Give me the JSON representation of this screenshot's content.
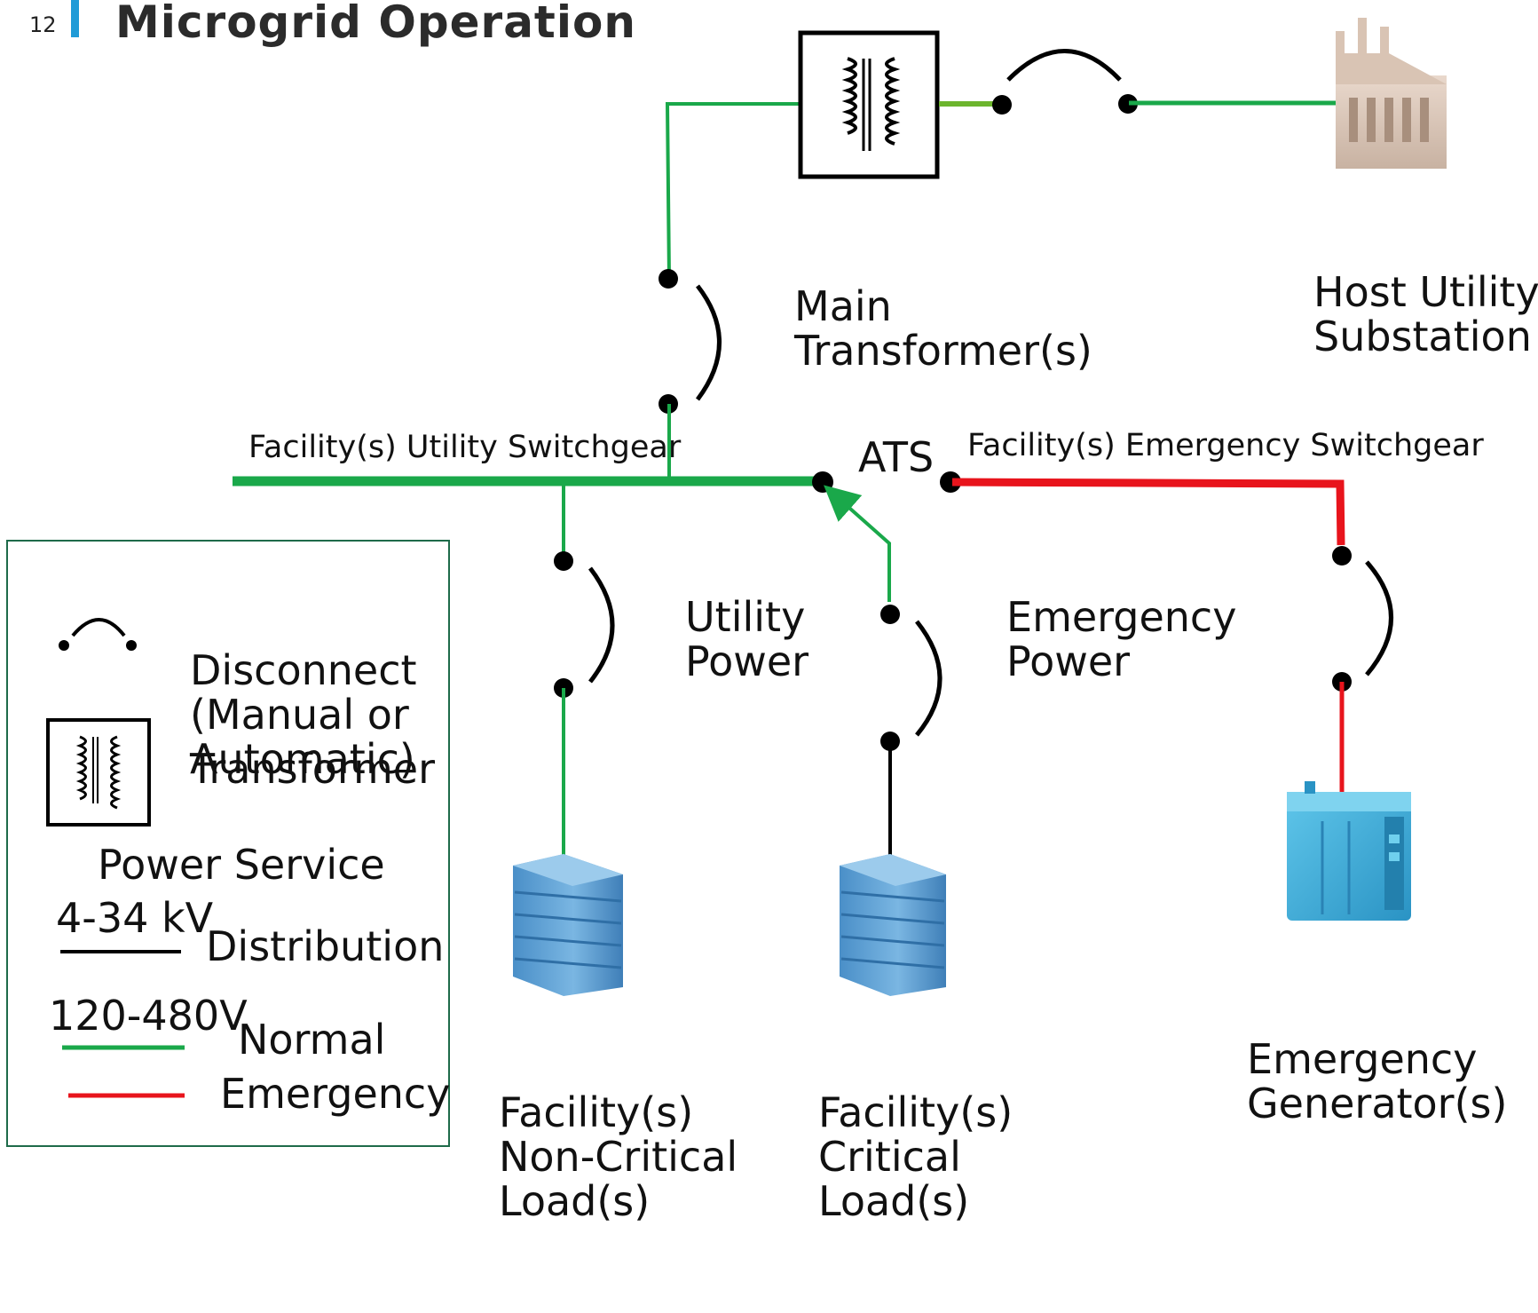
{
  "slide": {
    "page_number": "12",
    "title": "Microgrid Operation",
    "accent_color": "#1f9bd7"
  },
  "colors": {
    "normal": "#1aa84a",
    "emergency": "#e8141c",
    "distribution": "#000000",
    "building": "#5b9fd4",
    "generator": "#41b3dc"
  },
  "labels": {
    "main_transformer": [
      "Main",
      "Transformer(s)"
    ],
    "host_utility": [
      "Host Utility",
      "Substation"
    ],
    "utility_switchgear": "Facility(s) Utility Switchgear",
    "ats": "ATS",
    "emergency_switchgear": "Facility(s) Emergency Switchgear",
    "utility_power": [
      "Utility",
      "Power"
    ],
    "emergency_power": [
      "Emergency",
      "Power"
    ],
    "non_critical_load": [
      "Facility(s)",
      "Non-Critical",
      "Load(s)"
    ],
    "critical_load": [
      "Facility(s)",
      "Critical",
      "Load(s)"
    ],
    "emergency_generator": [
      "Emergency",
      "Generator(s)"
    ]
  },
  "legend": {
    "disconnect": [
      "Disconnect",
      "(Manual or",
      "Automatic)"
    ],
    "transformer": "Transformer",
    "power_service": "Power Service",
    "distribution_voltage": "4-34 kV",
    "distribution": "Distribution",
    "normal_voltage": "120-480V",
    "normal": "Normal",
    "emergency": "Emergency"
  }
}
